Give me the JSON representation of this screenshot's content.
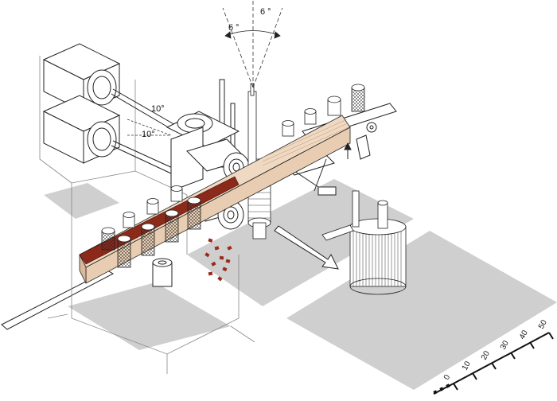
{
  "figure": {
    "angles": {
      "top_left": "6 °",
      "top_right": "6 °",
      "side_upper": "10°",
      "side_lower": "10°"
    },
    "scale_bar": {
      "ticks": [
        "0",
        "10",
        "20",
        "30",
        "40",
        "50"
      ]
    },
    "colors": {
      "wood_board": "#f0d9c2",
      "veneer_strip": "#8b2a1a",
      "floor_shadow": "#cfcfcf",
      "line": "#222222",
      "chips": "#9a2a1a"
    }
  }
}
